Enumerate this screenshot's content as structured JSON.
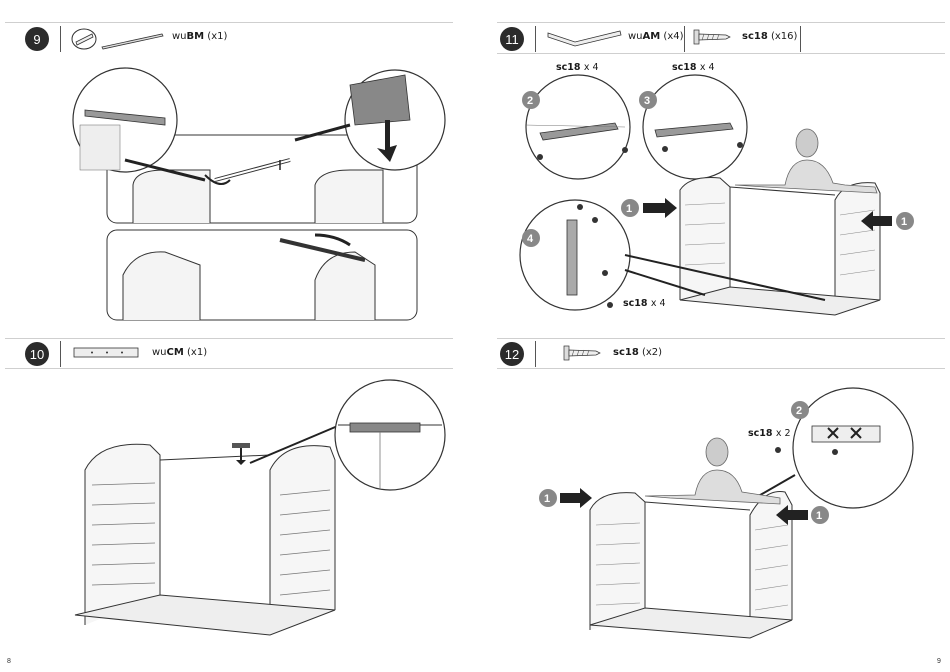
{
  "steps": [
    {
      "number": "9",
      "part_prefix": "wu",
      "part_code": "BM",
      "part_qty": "(x1)"
    },
    {
      "number": "10",
      "part_prefix": "wu",
      "part_code": "CM",
      "part_qty": "(x1)"
    },
    {
      "number": "11",
      "part_prefix": "wu",
      "part_code": "AM",
      "part_qty": "(x4)",
      "screw": "sc18",
      "screw_qty": "(x16)"
    },
    {
      "number": "12",
      "screw": "sc18",
      "screw_qty": "(x2)"
    }
  ],
  "callouts": {
    "s11_a_code": "sc18",
    "s11_a_qty": "x 4",
    "s11_b_code": "sc18",
    "s11_b_qty": "x 4",
    "s11_c_code": "sc18",
    "s11_c_qty": "x 4",
    "s12_code": "sc18",
    "s12_qty": "x 2"
  },
  "badges": {
    "b1": "1",
    "b2": "2",
    "b3": "3",
    "b4": "4"
  },
  "page_numbers": {
    "left": "8",
    "right": "9"
  },
  "icons": [
    "beam-icon",
    "screw-icon",
    "shed-illustration",
    "arrow-icon",
    "person-icon",
    "cross-mark-icon"
  ]
}
